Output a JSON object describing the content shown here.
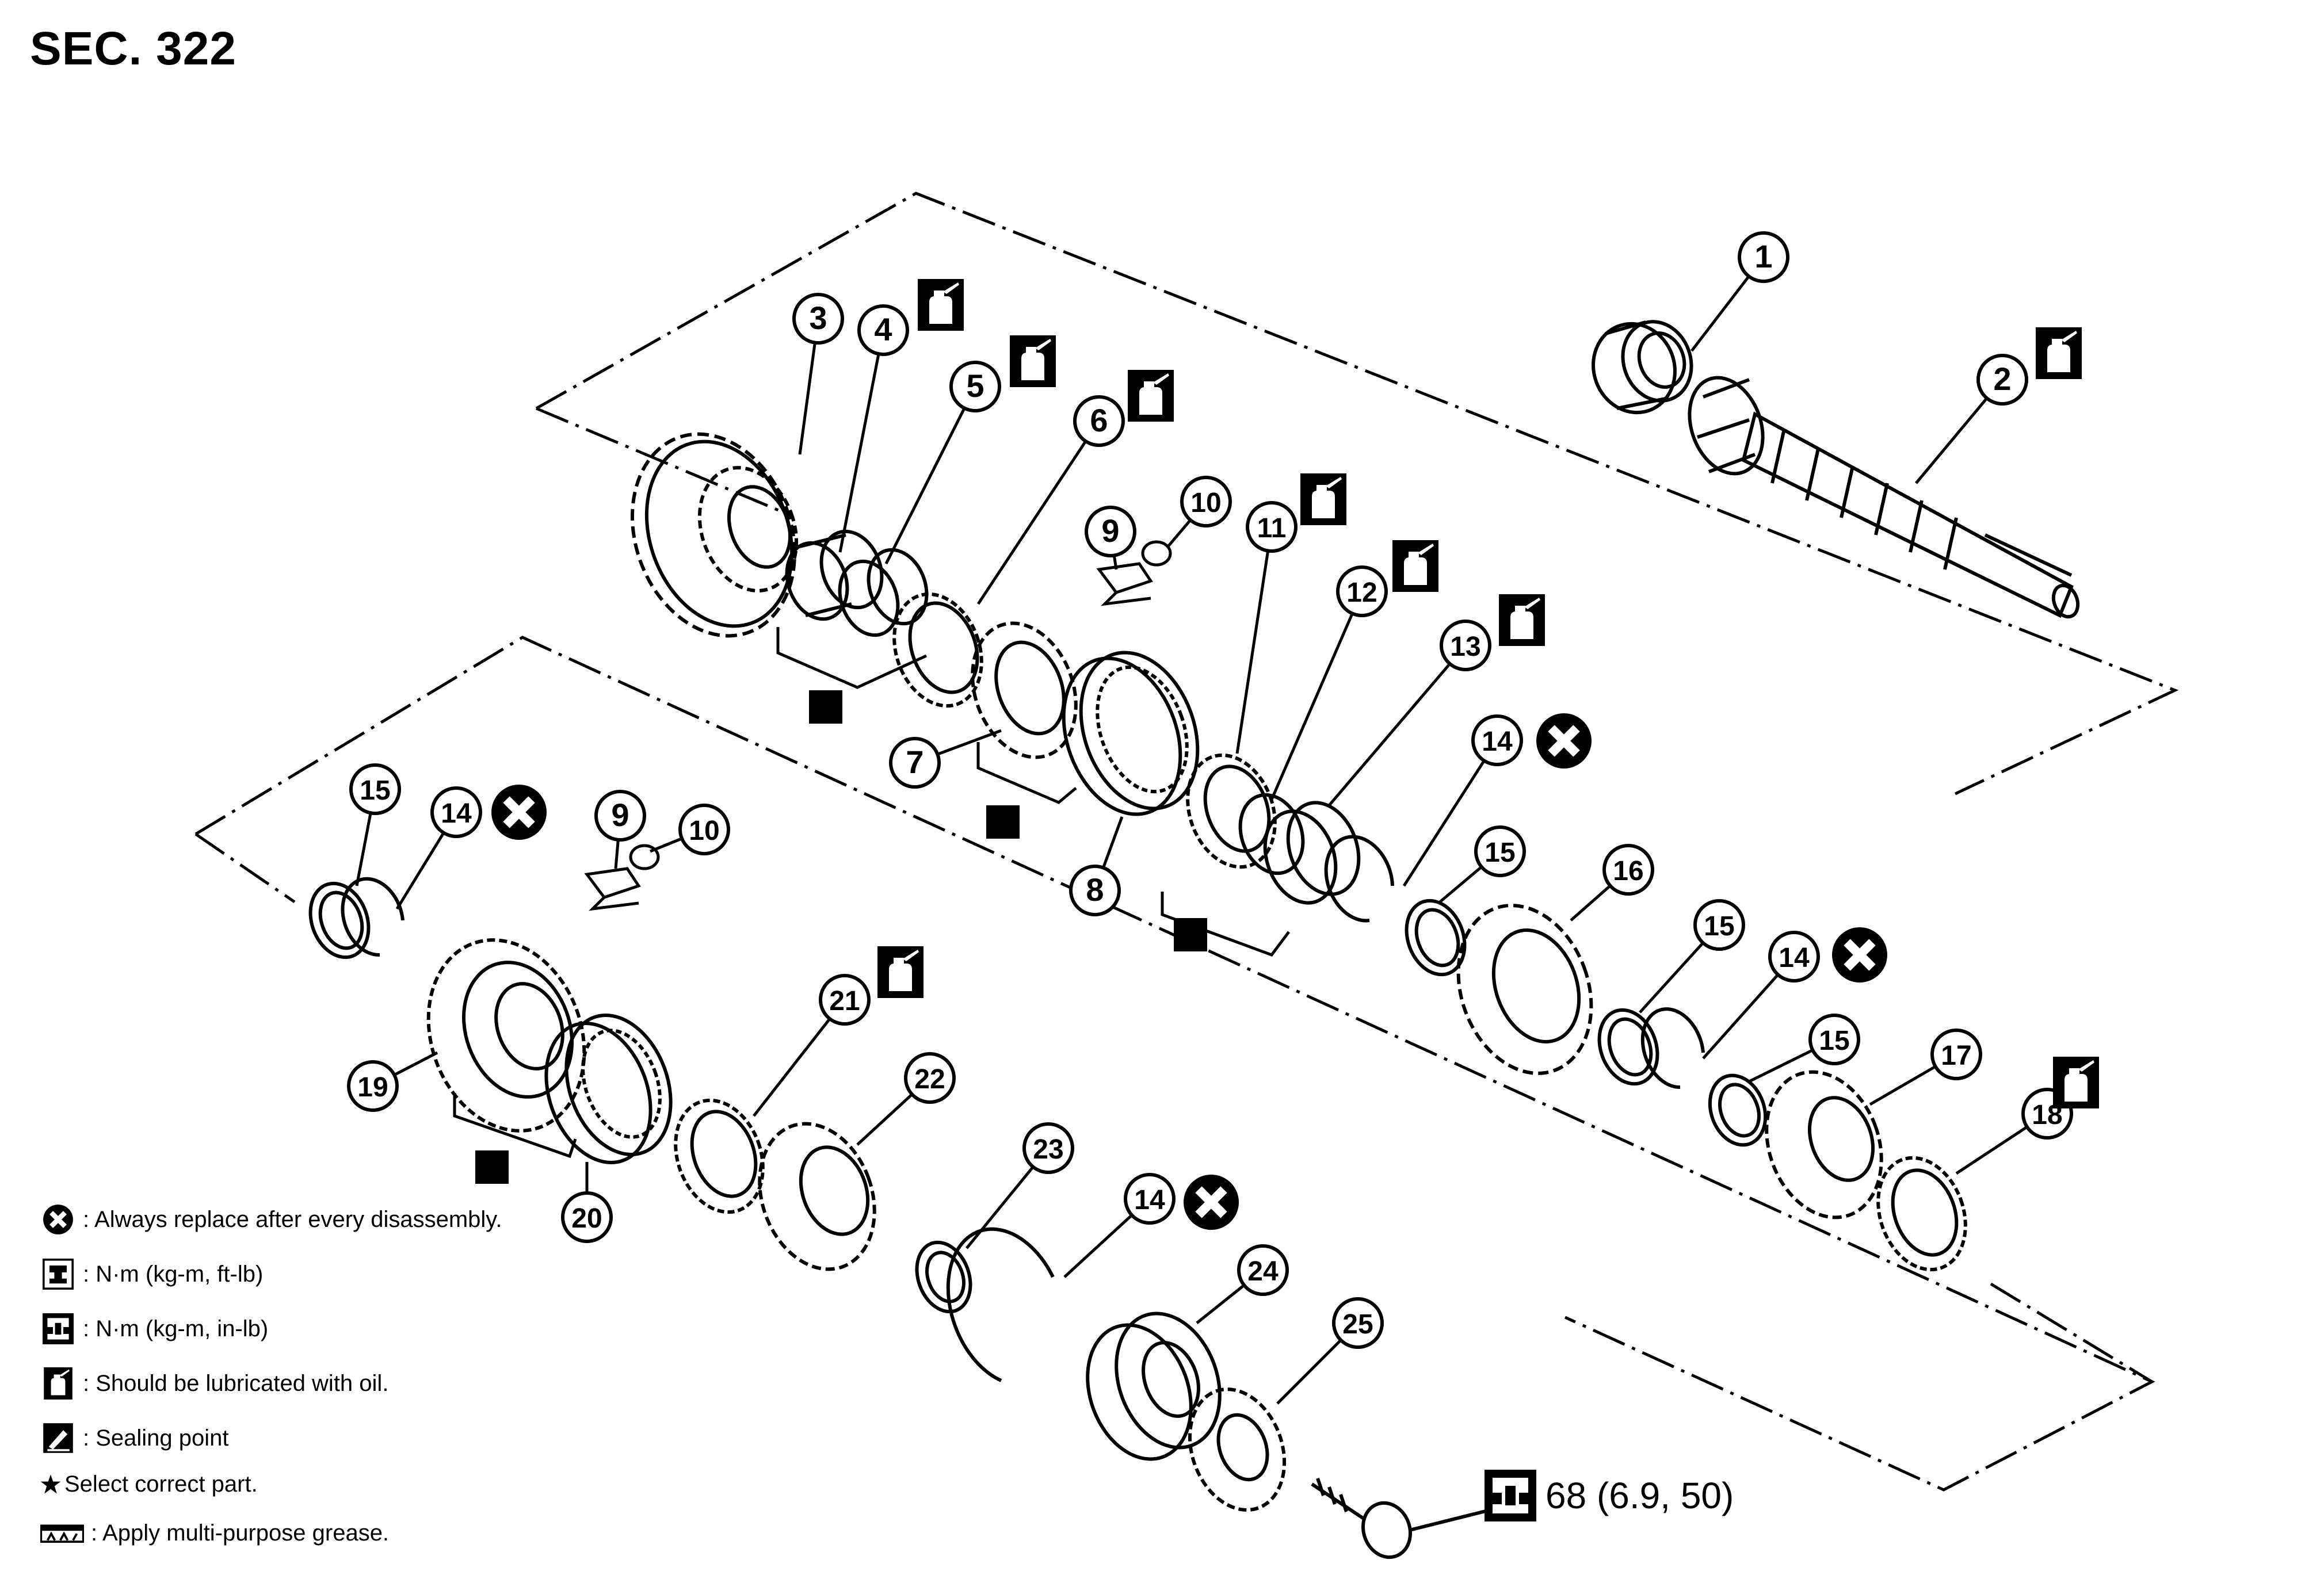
{
  "section_title": "SEC. 322",
  "callouts": [
    "1",
    "2",
    "3",
    "4",
    "5",
    "6",
    "7",
    "8",
    "9",
    "10",
    "11",
    "12",
    "13",
    "14",
    "15",
    "16",
    "17",
    "18",
    "19",
    "20",
    "21",
    "22",
    "23",
    "24",
    "25"
  ],
  "torque_spec": "68 (6.9, 50)",
  "legend": [
    {
      "icon": "replace-x-icon",
      "text": ": Always replace after every disassembly."
    },
    {
      "icon": "torque-ftlb-icon",
      "text": ": N·m (kg-m, ft-lb)"
    },
    {
      "icon": "torque-inlb-icon",
      "text": ": N·m (kg-m, in-lb)"
    },
    {
      "icon": "oil-can-icon",
      "text": ": Should be lubricated with oil."
    },
    {
      "icon": "sealing-point-icon",
      "text": ": Sealing point"
    },
    {
      "icon": "star-icon",
      "text": "Select correct part."
    },
    {
      "icon": "grease-icon",
      "text": ": Apply multi-purpose grease."
    }
  ]
}
